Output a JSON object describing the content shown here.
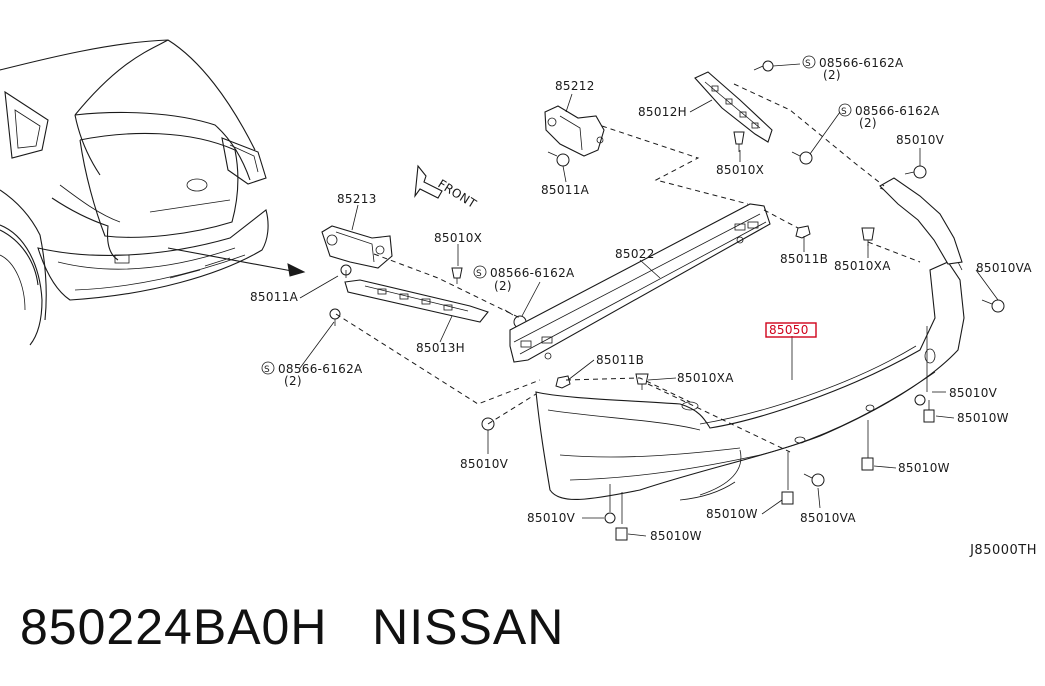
{
  "diagram": {
    "front_label": "FRONT",
    "diagram_code": "J85000TH",
    "callouts": {
      "p85213": "85213",
      "p85011A_left": "85011A",
      "p85010X_left": "85010X",
      "p08566_mid": "08566-6162A",
      "p08566_mid_q": "(2)",
      "p85013H": "85013H",
      "p08566_bottom": "08566-6162A",
      "p08566_bottom_q": "(2)",
      "p85212": "85212",
      "p85011A_top": "85011A",
      "p85012H": "85012H",
      "p85010X_top": "85010X",
      "p08566_topright": "08566-6162A",
      "p08566_topright_q": "(2)",
      "p08566_right2": "08566-6162A",
      "p08566_right2_q": "(2)",
      "p85022": "85022",
      "p85011B_right": "85011B",
      "p85011B_mid": "85011B",
      "p85010XA_right": "85010XA",
      "p85010XA_mid": "85010XA",
      "p85010V_topright": "85010V",
      "p85010VA_right": "85010VA",
      "p85050": "85050",
      "p85010V_right": "85010V",
      "p85010W_right": "85010W",
      "p85010W_right2": "85010W",
      "p85010V_leftbottom": "85010V",
      "p85010V_bottom": "85010V",
      "p85010W_bottom": "85010W",
      "p85010W_mid": "85010W",
      "p85010VA_bottom": "85010VA"
    },
    "highlight_color": "#d0021b"
  },
  "footer": {
    "part_number": "850224BA0H",
    "brand": "NISSAN"
  }
}
